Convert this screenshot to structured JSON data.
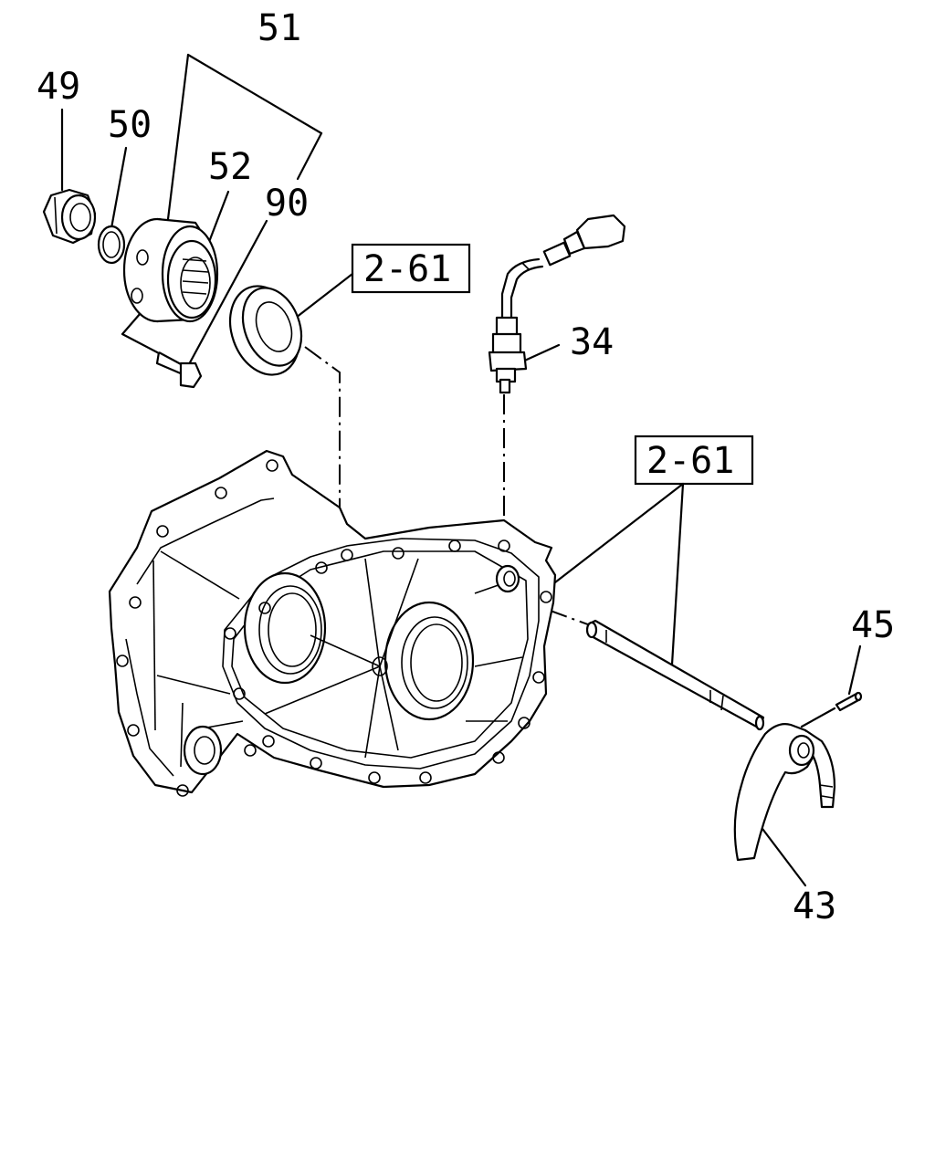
{
  "callouts": {
    "c51": "51",
    "c49": "49",
    "c50": "50",
    "c52": "52",
    "c90": "90",
    "c34": "34",
    "c45": "45",
    "c43": "43"
  },
  "references": {
    "ref_top": "2-61",
    "ref_right": "2-61"
  }
}
